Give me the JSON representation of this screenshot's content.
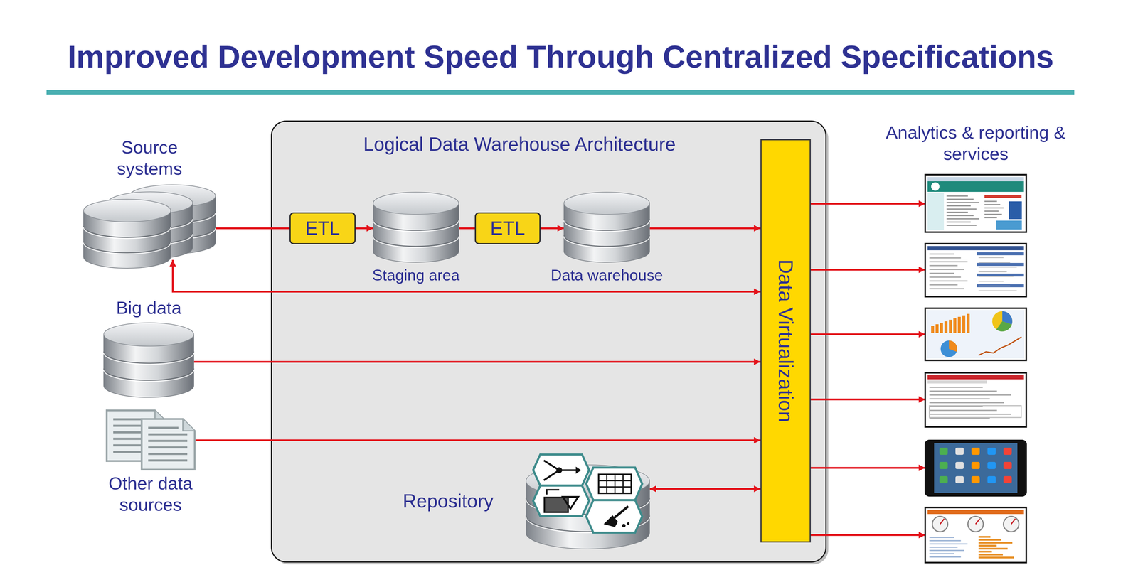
{
  "diagram": {
    "title": "Improved Development Speed Through Centralized Specifications",
    "nodes": [
      {
        "text": [
          "Source systems"
        ]
      },
      {
        "text": [
          "Logical Data Warehouse Architecture"
        ]
      },
      {
        "text": [
          "ETL"
        ],
        "in": 1
      },
      {
        "text": [
          "Staging area"
        ],
        "in": 1
      },
      {
        "text": [
          "ETL"
        ],
        "in": 1
      },
      {
        "text": [
          "Data warehouse"
        ],
        "in": 1
      },
      {
        "text": [
          "Data Virtualization"
        ],
        "in": 1
      },
      {
        "text": [
          "Repository"
        ],
        "in": 1
      },
      {
        "text": [
          "Big data"
        ]
      },
      {
        "text": [
          "Other data sources"
        ]
      },
      {
        "text": [
          "Analytics & reporting & services"
        ]
      }
    ],
    "edges": [
      {
        "from": 0,
        "to": 2,
        "arrow": "none"
      },
      {
        "from": 2,
        "to": 3,
        "arrow": "to"
      },
      {
        "from": 3,
        "to": 4,
        "arrow": "none"
      },
      {
        "from": 4,
        "to": 5,
        "arrow": "to"
      },
      {
        "from": 5,
        "to": 6,
        "arrow": "to"
      },
      {
        "from": 0,
        "to": 6,
        "arrow": "both"
      },
      {
        "from": 8,
        "to": 6,
        "arrow": "to"
      },
      {
        "from": 9,
        "to": 6,
        "arrow": "to"
      },
      {
        "from": 7,
        "to": 6,
        "arrow": "both"
      },
      {
        "from": 6,
        "to": 10,
        "arrow": "to"
      },
      {
        "from": 6,
        "to": 10,
        "arrow": "to"
      },
      {
        "from": 6,
        "to": 10,
        "arrow": "to"
      },
      {
        "from": 6,
        "to": 10,
        "arrow": "to"
      },
      {
        "from": 6,
        "to": 10,
        "arrow": "to"
      },
      {
        "from": 6,
        "to": 10,
        "arrow": "to"
      }
    ]
  }
}
